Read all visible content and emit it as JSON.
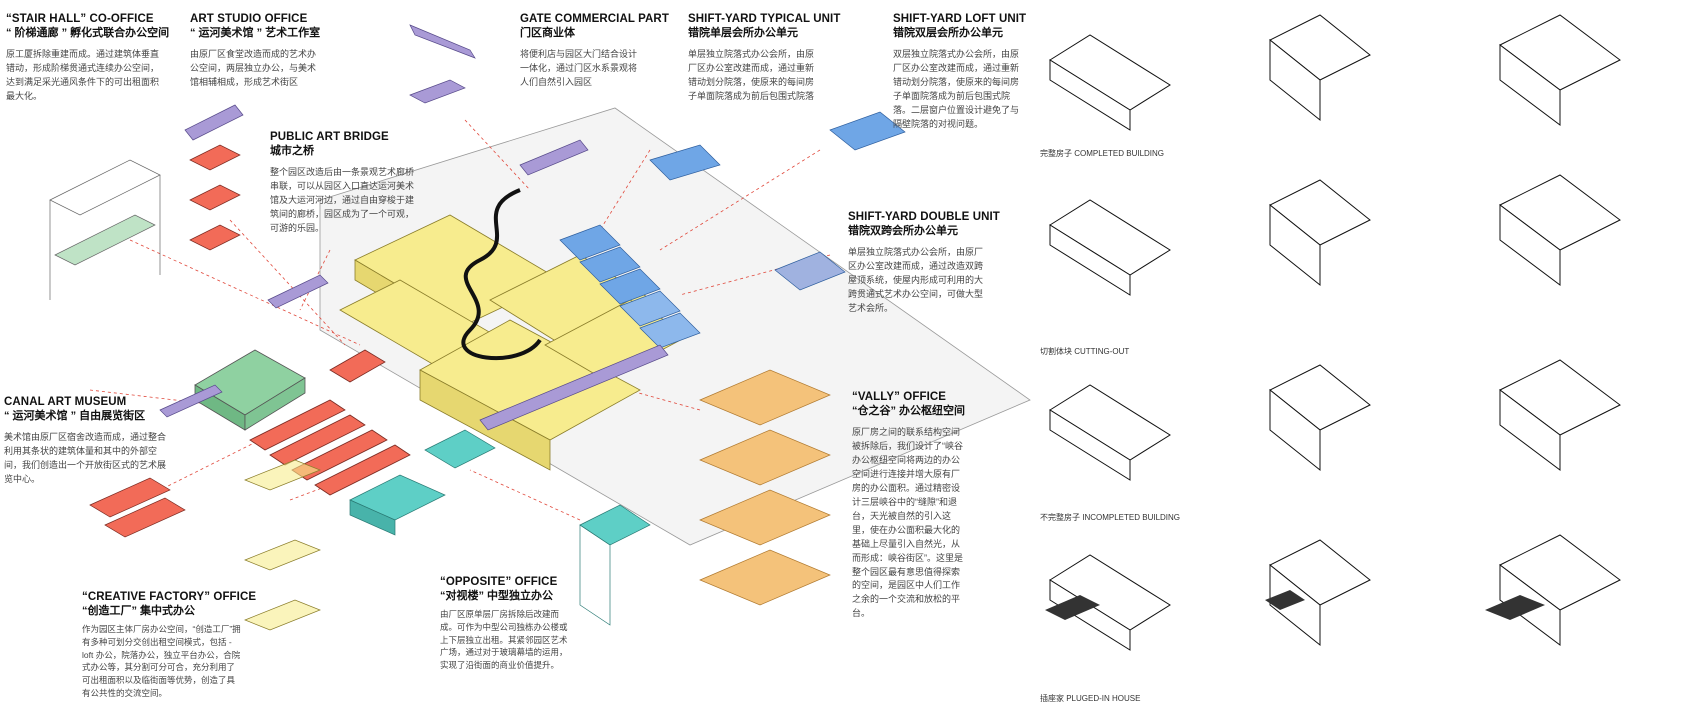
{
  "labels": {
    "stair_hall": {
      "en": "“STAIR HALL” CO-OFFICE",
      "cn": "“ 阶梯通廊 ” 孵化式联合办公空间",
      "desc": "原工厦拆除重建而成。通过建筑体垂直错动，形成阶梯贯通式连续办公空间，达到满足采光通风条件下的可出租面积最大化。"
    },
    "art_studio": {
      "en": "ART STUDIO OFFICE",
      "cn": "“ 运河美术馆 ” 艺术工作室",
      "desc": "由原厂区食堂改造而成的艺术办公空间，两层独立办公，与美术馆相辅相成，形成艺术街区"
    },
    "public_bridge": {
      "en": "PUBLIC ART BRIDGE",
      "cn": "城市之桥",
      "desc": "整个园区改造后由一条景观艺术廊桥串联，可以从园区入口直达运河美术馆及大运河河边，通过自由穿梭于建筑间的廊桥，园区成为了一个可观，可游的乐园。"
    },
    "gate_commercial": {
      "en": "GATE COMMERCIAL PART",
      "cn": "门区商业体",
      "desc": "将便利店与园区大门结合设计一体化，通过门区水系景观将人们自然引入园区"
    },
    "shift_typical": {
      "en": "SHIFT-YARD TYPICAL UNIT",
      "cn": "错院单层会所办公单元",
      "desc": "单层独立院落式办公会所，由原厂区办公室改建而成，通过重新错动划分院落，使原来的每间房子单面院落成为前后包围式院落"
    },
    "shift_loft": {
      "en": "SHIFT-YARD LOFT UNIT",
      "cn": "错院双层会所办公单元",
      "desc": "双层独立院落式办公会所，由原厂区办公室改建而成，通过重新错动划分院落，使原来的每间房子单面院落成为前后包围式院落。二层窗户位置设计避免了与隔壁院落的对视问题。"
    },
    "shift_double": {
      "en": "SHIFT-YARD DOUBLE UNIT",
      "cn": "错院双跨会所办公单元",
      "desc": "单层独立院落式办公会所，由原厂区办公室改建而成，通过改造双跨屋顶系统，使屋内形成可利用的大跨贯通式艺术办公空间，可做大型艺术会所。"
    },
    "canal_museum": {
      "en": "CANAL ART MUSEUM",
      "cn": "“ 运河美术馆 ” 自由展览街区",
      "desc": "美术馆由原厂区宿舍改造而成，通过整合利用其条状的建筑体量和其中的外部空间，我们创造出一个开放街区式的艺术展览中心。"
    },
    "vally_office": {
      "en": "“VALLY” OFFICE",
      "cn": "“仓之谷” 办公枢纽空间",
      "desc": "原厂房之间的联系结构空间被拆除后，我们设计了“峡谷办公枢纽空间将两边的办公空间进行连接并增大原有厂房的办公面积。通过精密设计三层峡谷中的“缝隙”和退台，天光被自然的引入这里，使在办公面积最大化的基础上尽量引入自然光，从而形成：峡谷街区”。这里是整个园区最有意思值得探索的空间，是园区中人们工作之余的一个交流和放松的平台。"
    },
    "creative_factory": {
      "en": "“CREATIVE FACTORY” OFFICE",
      "cn": "“创造工厂” 集中式办公",
      "desc": "作为园区主体厂房办公空间，“创造工厂”拥有多种可划分交创出租空间模式，包括 -loft 办公，院落办公，独立平台办公，合院式办公等，其分割可分可合，充分利用了可出租面积以及临街面等优势，创造了具有公共性的交流空间。"
    },
    "opposite_office": {
      "en": "“OPPOSITE” OFFICE",
      "cn": "“对视楼” 中型独立办公",
      "desc": "由厂区原单层厂房拆除后改建而成。可作为中型公司独栋办公楼或上下层独立出租。其紧邻园区艺术广场，通过对于玻璃幕墙的运用，实现了沿街面的商业价值提升。"
    }
  },
  "captions": {
    "completed": "完整房子 COMPLETED BUILDING",
    "cutting": "切割体块 CUTTING-OUT",
    "incompleted": "不完整房子 INCOMPLETED BUILDING",
    "plugged": "插座家 PLUGED-IN HOUSE"
  },
  "colors": {
    "yellow": "#f7ec8e",
    "purple": "#a99ad6",
    "blue": "#6fa6e6",
    "red": "#f26b58",
    "green": "#8fd1a1",
    "teal": "#5ecfc6",
    "orange": "#f4c27a"
  }
}
